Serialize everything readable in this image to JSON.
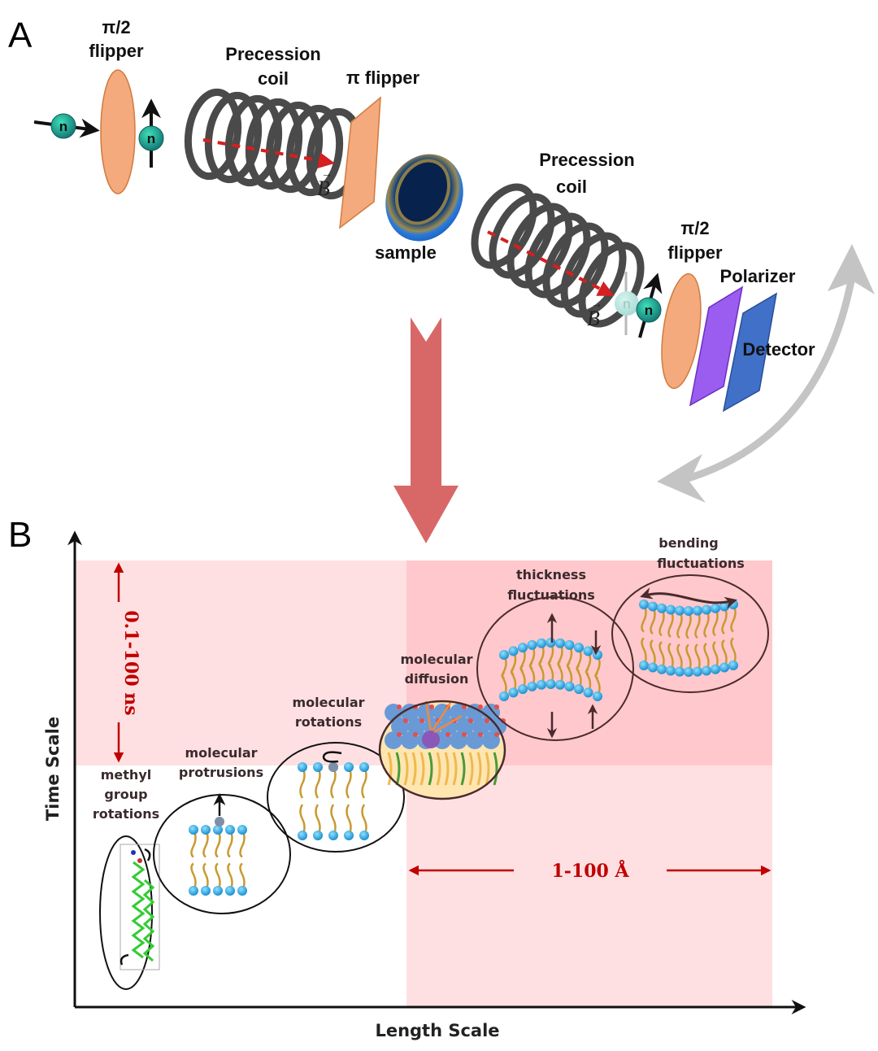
{
  "panel_a": {
    "label": "A",
    "flipper_in": {
      "line1": "π/2",
      "line2": "flipper"
    },
    "coil_1": {
      "line1": "Precession",
      "line2": "coil"
    },
    "pi_flipper": "π flipper",
    "sample": "sample",
    "coil_2": {
      "line1": "Precession",
      "line2": "coil"
    },
    "flipper_out": {
      "line1": "π/2",
      "line2": "flipper"
    },
    "polarizer": "Polarizer",
    "detector": "Detector",
    "field_symbol": "B",
    "neutron_symbol": "n",
    "colors": {
      "flipper": "#f4aa7c",
      "coil": "#4a4a4a",
      "field_arrow": "#d42020",
      "neutron": "#1f9c86",
      "polarizer": "#9b5cf0",
      "detector": "#4070c8",
      "gray_arrow": "#c4c4c4",
      "down_arrow": "#d86868"
    }
  },
  "panel_b": {
    "label": "B",
    "y_axis_title": "Time Scale",
    "x_axis_title": "Length Scale",
    "time_range": "0.1-100 ns",
    "length_range": "1-100 Å",
    "processes": [
      {
        "line1": "methyl",
        "line2": "group",
        "line3": "rotations"
      },
      {
        "line1": "molecular",
        "line2": "protrusions"
      },
      {
        "line1": "molecular",
        "line2": "rotations"
      },
      {
        "line1": "molecular",
        "line2": "diffusion"
      },
      {
        "line1": "thickness",
        "line2": "fluctuations"
      },
      {
        "line1": "bending",
        "line2": "fluctuations"
      }
    ],
    "colors": {
      "time_band": "#ffe0e2",
      "overlap": "#ffc8cc",
      "range_text": "#c00000",
      "lipid_head": "#3cb0e6",
      "lipid_tail": "#c89a30"
    }
  }
}
